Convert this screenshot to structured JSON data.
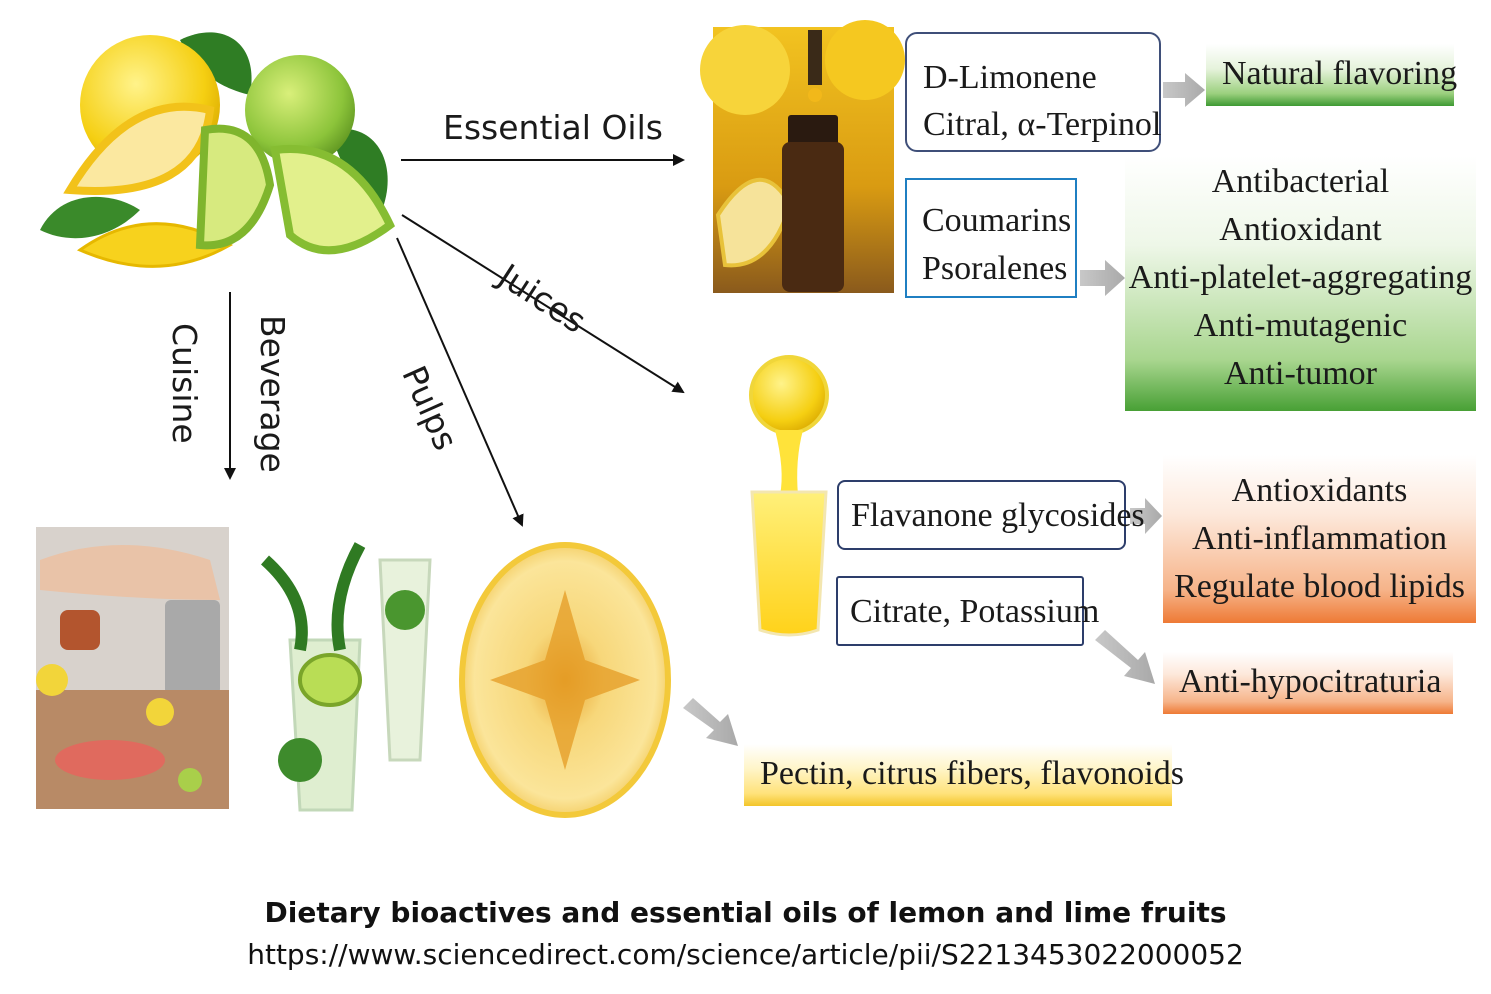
{
  "flows": {
    "essential_oils": "Essential Oils",
    "juices": "Juices",
    "pulps": "Pulps",
    "cuisine": "Cuisine",
    "beverage": "Beverage"
  },
  "boxes": {
    "limonene": [
      "D-Limonene",
      "Citral, α-Terpinol"
    ],
    "coumarins": [
      "Coumarins",
      "Psoralenes"
    ],
    "flavanone": "Flavanone glycosides",
    "citrate": "Citrate, Potassium",
    "pectin": "Pectin, citrus fibers, flavonoids"
  },
  "effects": {
    "natural_flavoring": "Natural flavoring",
    "oil_effects": [
      "Antibacterial",
      "Antioxidant",
      "Anti-platelet-aggregating",
      "Anti-mutagenic",
      "Anti-tumor"
    ],
    "juice_effects": [
      "Antioxidants",
      "Anti-inflammation",
      "Regulate blood lipids"
    ],
    "hypocitraturia": "Anti-hypocitraturia"
  },
  "caption": {
    "title": "Dietary bioactives and essential oils of lemon and lime fruits",
    "url": "https://www.sciencedirect.com/science/article/pii/S2213453022000052"
  }
}
